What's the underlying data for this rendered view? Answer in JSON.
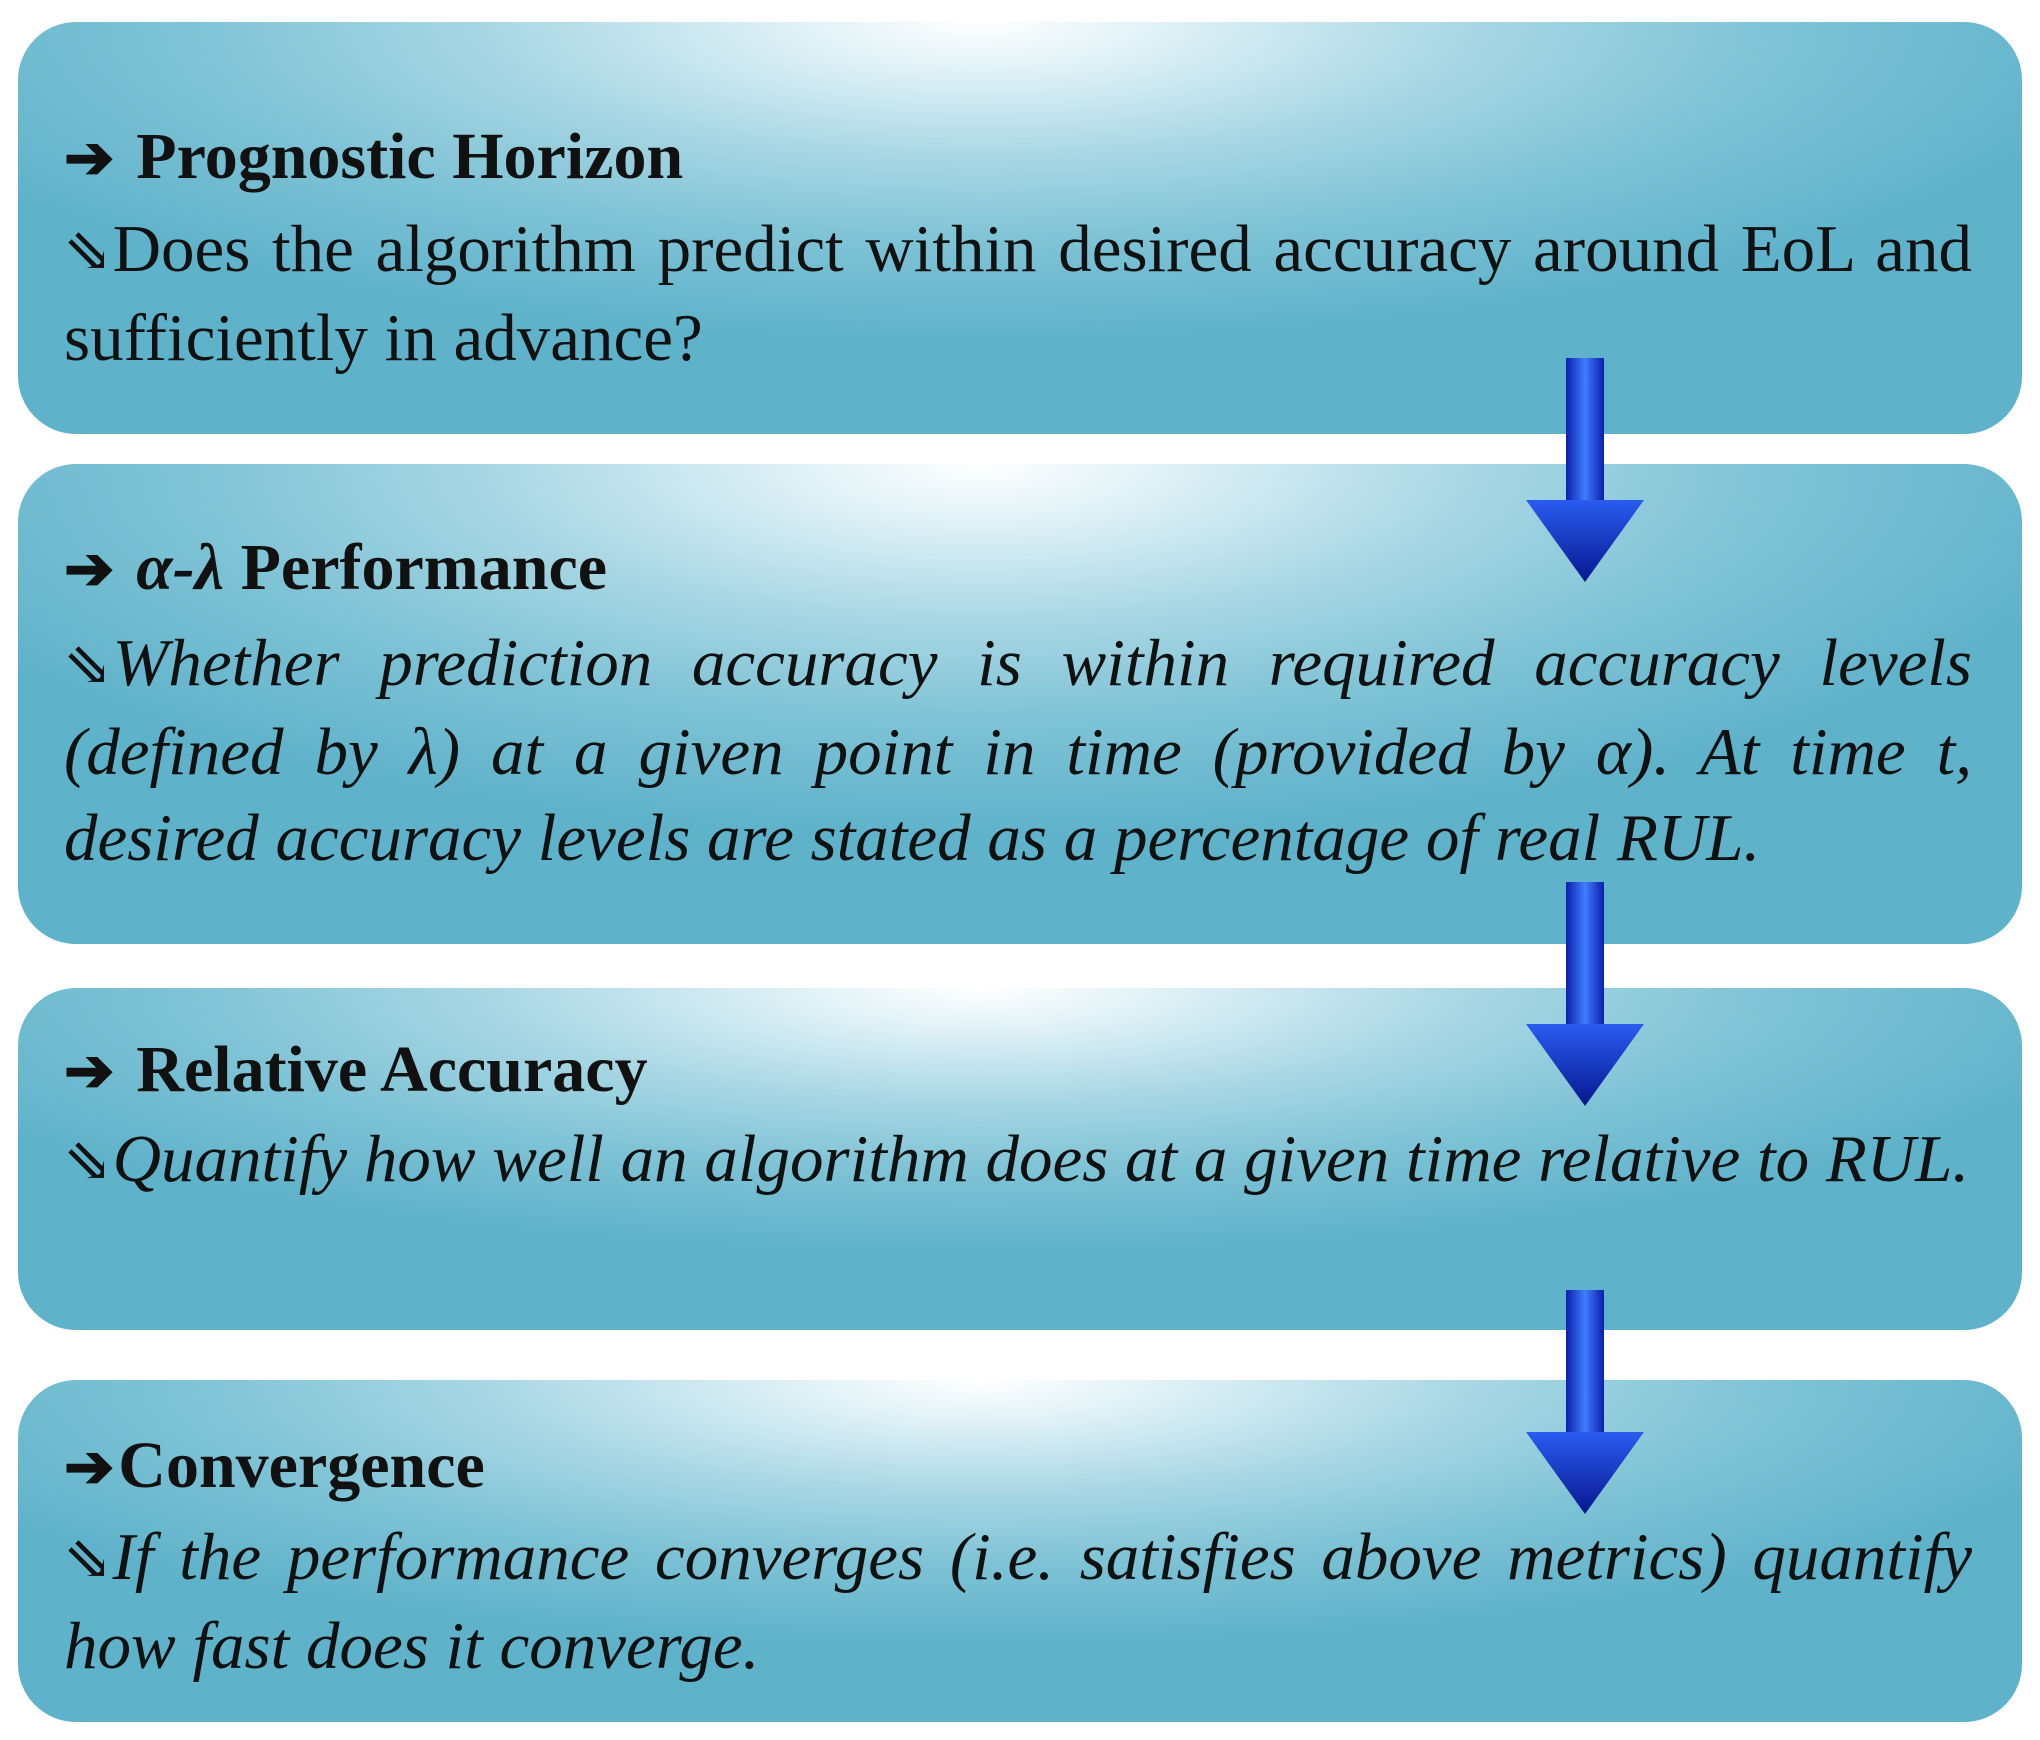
{
  "colors": {
    "panel_edge": "#5eb2ca",
    "panel_center": "#ffffff",
    "arrow_light": "#3f7dff",
    "arrow_dark": "#0b1fae",
    "text": "#111111"
  },
  "icons": {
    "heading_marker": "right-arrow-icon",
    "description_marker": "hook-arrow-icon",
    "connector": "down-arrow-icon"
  },
  "heading_marker_glyph": "➔",
  "description_marker_glyph": "⇘",
  "boxes": [
    {
      "title": "Prognostic Horizon",
      "description": "Does the algorithm predict within desired accuracy around EoL and sufficiently in advance?"
    },
    {
      "title_greek": "α-λ",
      "title": "Performance",
      "description": "Whether prediction accuracy is within required accuracy levels (defined by λ) at a given point in time (provided by α). At time t, desired accuracy levels are stated as a percentage of real RUL."
    },
    {
      "title": "Relative Accuracy",
      "description": "Quantify how well an algorithm does at a given time relative to RUL."
    },
    {
      "title": "Convergence",
      "description": "If the performance converges (i.e. satisfies above metrics) quantify how fast does it converge."
    }
  ]
}
